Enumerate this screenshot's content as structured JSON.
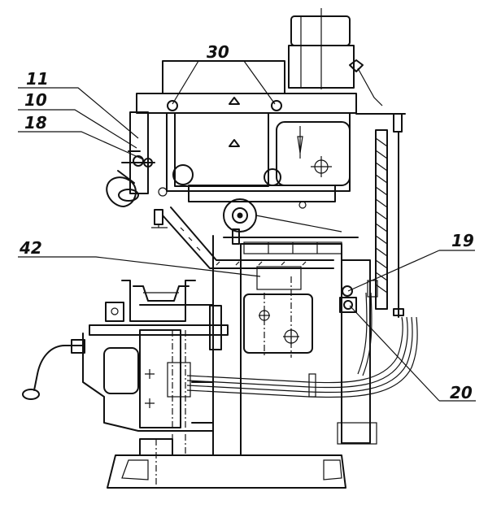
{
  "callouts": {
    "c11": "11",
    "c10": "10",
    "c18": "18",
    "c30": "30",
    "c42": "42",
    "c19": "19",
    "c20": "20"
  },
  "colors": {
    "ink": "#111111",
    "paper": "#ffffff"
  }
}
